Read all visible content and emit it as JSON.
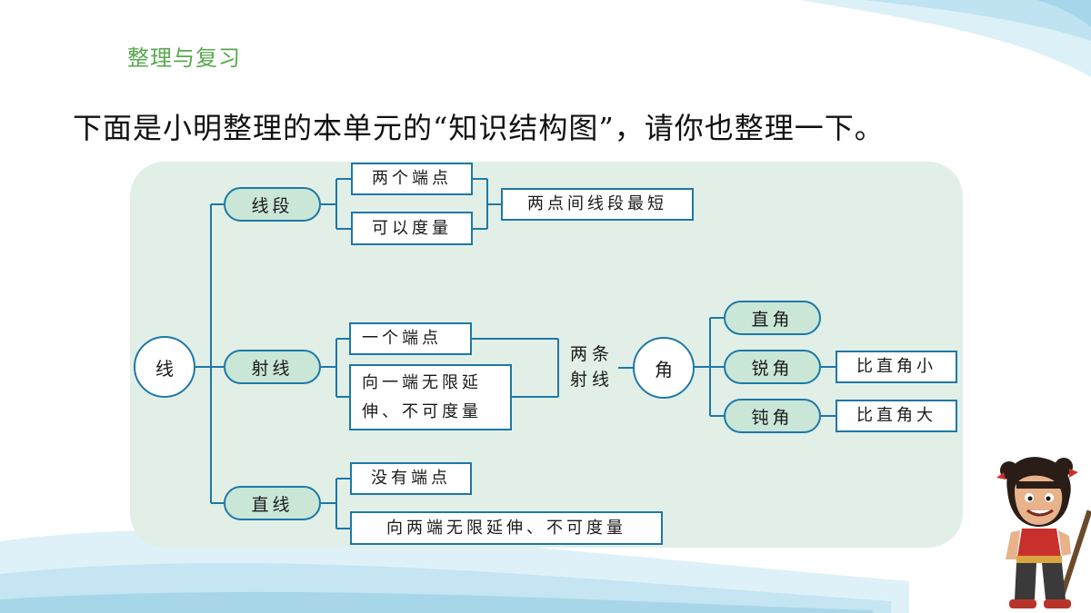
{
  "header": {
    "section_title": "整理与复习",
    "heading": "下面是小明整理的本单元的“知识结构图”，请你也整理一下。"
  },
  "diagram": {
    "root": "线",
    "branches": {
      "segment": {
        "label": "线段",
        "properties": [
          "两个端点",
          "可以度量"
        ],
        "conclusion": "两点间线段最短"
      },
      "ray": {
        "label": "射线",
        "properties": [
          "一个端点",
          "向一端无限延",
          "伸、不可度量"
        ],
        "connector_lines": [
          "两条",
          "射线"
        ]
      },
      "line": {
        "label": "直线",
        "properties": [
          "没有端点",
          "向两端无限延伸、不可度量"
        ]
      }
    },
    "angle": {
      "label": "角",
      "types": [
        {
          "label": "直角"
        },
        {
          "label": "锐角",
          "note": "比直角小"
        },
        {
          "label": "钝角",
          "note": "比直角大"
        }
      ]
    }
  },
  "colors": {
    "title_green": "#58a84e",
    "panel_bg": "#e2efe6",
    "node_fill": "#c9e6d7",
    "stroke_blue": "#1d78a6"
  }
}
